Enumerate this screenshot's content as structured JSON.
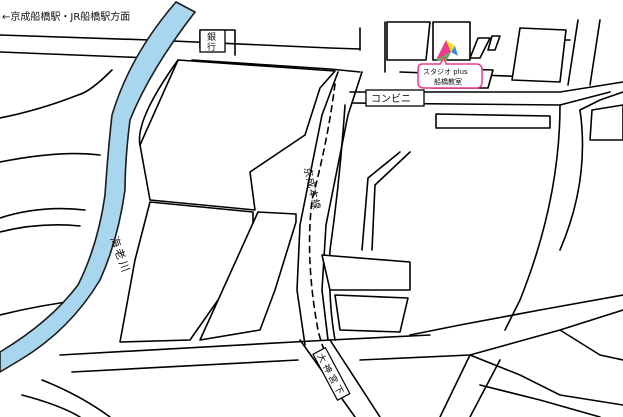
{
  "direction_note": "←京成船橋駅・JR船橋駅方面",
  "labels": {
    "bank_line1": "銀",
    "bank_line2": "行",
    "convenience": "コンビニ",
    "street_name": [
      "京",
      "成",
      "本",
      "線"
    ],
    "river_name": [
      "海",
      "老",
      "川"
    ],
    "underpass": [
      "大",
      "神",
      "宮",
      "下"
    ]
  },
  "destination": {
    "name_line1": "スタジオ plus",
    "name_line2": "船橋教室"
  },
  "colors": {
    "river": "#a8d6ef",
    "river_edge": "#1b1b1b",
    "pin_pink": "#ec3a8f",
    "pin_yellow": "#f4e31b",
    "pin_green": "#4cb84f",
    "pin_blue": "#2f8fd8"
  }
}
